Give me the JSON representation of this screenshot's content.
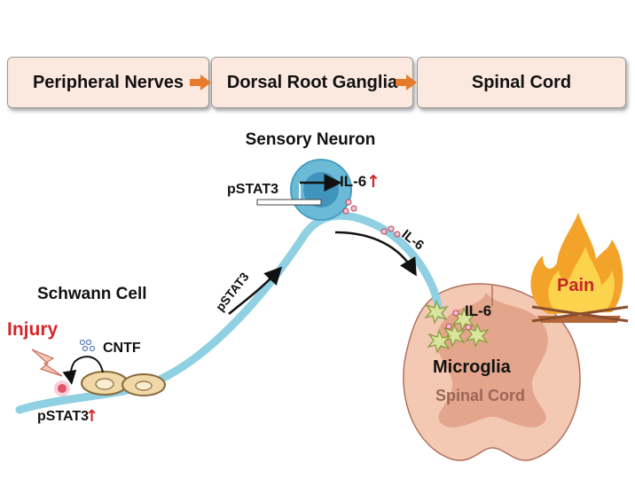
{
  "stages": [
    {
      "label": "Peripheral Nerves"
    },
    {
      "label": "Dorsal Root Ganglia"
    },
    {
      "label": "Spinal Cord"
    }
  ],
  "labels": {
    "sensory_neuron": "Sensory Neuron",
    "pstat3_nucleus": "pSTAT3",
    "il6_nucleus": "IL-6",
    "il6_axon": "IL-6",
    "pstat3_axon": "pSTAT3",
    "schwann_cell": "Schwann Cell",
    "injury": "Injury",
    "cntf": "CNTF",
    "pstat3_schwann": "pSTAT3",
    "il6_spinal": "IL-6",
    "microglia": "Microglia",
    "spinal_cord": "Spinal Cord",
    "pain": "Pain",
    "up_arrow": "↑"
  },
  "colors": {
    "nerve": "#8fd0e2",
    "soma": "#6bbad6",
    "nucleus": "#3f95bd",
    "accent_red": "#d6262a",
    "stage_arrow": "#e87a2b",
    "cord_outer": "#f4c9b4",
    "cord_gray": "#dfa085",
    "microglia": "#d8e59a"
  }
}
